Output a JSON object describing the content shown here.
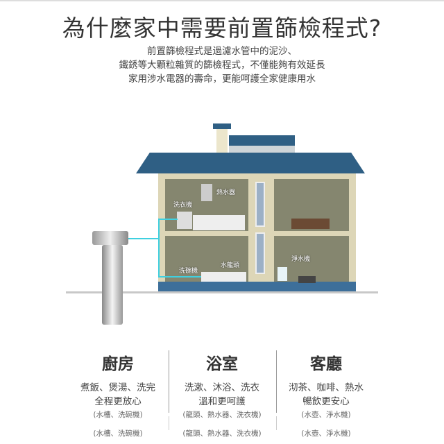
{
  "title": "為什麼家中需要前置篩檢程式?",
  "subtitle": [
    "前置篩檢程式是過濾水管中的泥沙、",
    "鐵銹等大顆粒雜質的篩檢程式，不僅能夠有效延長",
    "家用涉水電器的壽命，更能呵護全家健康用水"
  ],
  "house_labels": {
    "water_heater": "熱水器",
    "washing_machine": "洗衣機",
    "faucet": "水龍頭",
    "dishwasher": "洗碗機",
    "purifier": "淨水機"
  },
  "columns": [
    {
      "heading": "廚房",
      "lines": [
        "煮飯、煲湯、洗完",
        "全程更放心"
      ],
      "note": "(水槽、洗碗機)",
      "note2": "(水槽、洗碗機)"
    },
    {
      "heading": "浴室",
      "lines": [
        "洗漱、沐浴、洗衣",
        "溫和更呵護"
      ],
      "note": "(龍頭、熱水器、洗衣機)",
      "note2": "(龍頭、熱水器、洗衣機)"
    },
    {
      "heading": "客廳",
      "lines": [
        "沏茶、咖啡、熱水",
        "暢飲更安心"
      ],
      "note": "(水壺、淨水機)",
      "note2": "(水壺、淨水機)"
    }
  ]
}
